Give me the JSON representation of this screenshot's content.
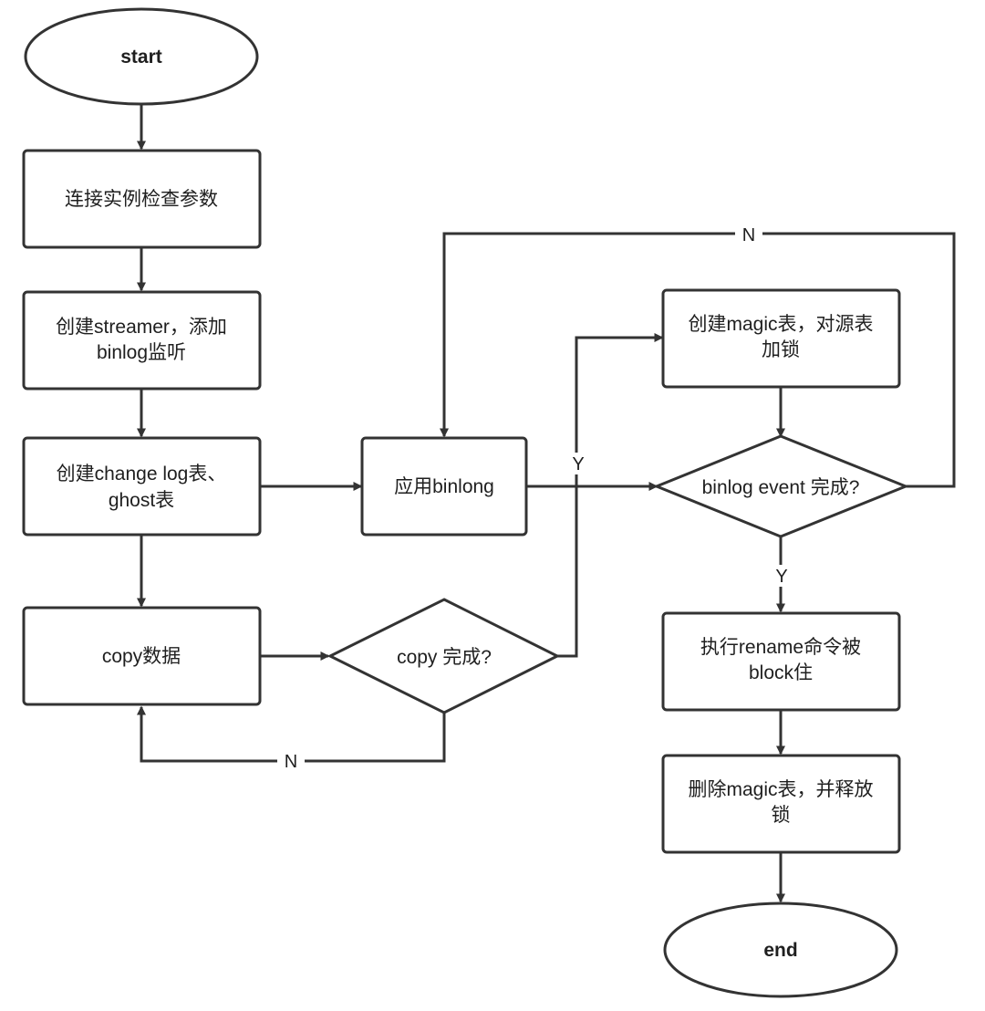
{
  "diagram": {
    "nodes": {
      "start": {
        "text": "start"
      },
      "connect": {
        "text": "连接实例检查参数"
      },
      "streamer": {
        "line1": "创建streamer，添加",
        "line2": "binlog监听"
      },
      "changelog": {
        "line1": "创建change log表、",
        "line2": "ghost表"
      },
      "copy_data": {
        "text": "copy数据"
      },
      "copy_done": {
        "text": "copy 完成?"
      },
      "apply_binlog": {
        "text": "应用binlong"
      },
      "magic": {
        "line1": "创建magic表，对源表",
        "line2": "加锁"
      },
      "binlog_done": {
        "text": "binlog event 完成?"
      },
      "rename": {
        "line1": "执行rename命令被",
        "line2": "block住"
      },
      "delete_magic": {
        "line1": "删除magic表，并释放",
        "line2": "锁"
      },
      "end": {
        "text": "end"
      }
    },
    "edge_labels": {
      "binlog_no": "N",
      "copy_yes": "Y",
      "binlog_yes": "Y",
      "copy_no": "N"
    }
  }
}
